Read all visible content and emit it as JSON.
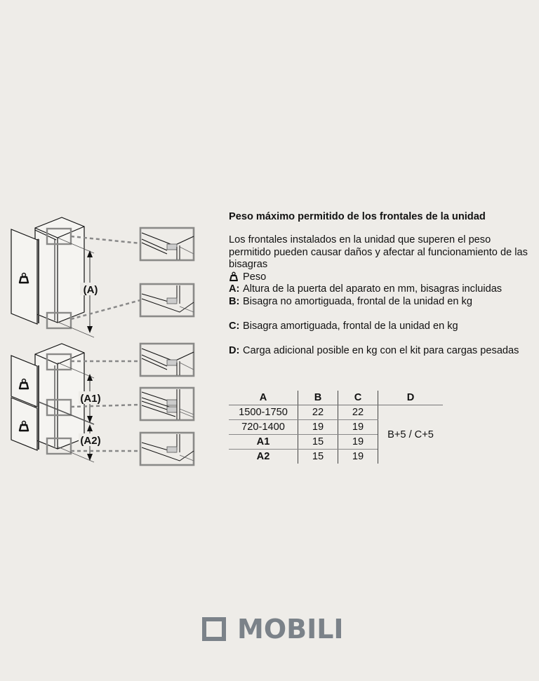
{
  "section": {
    "title": "Peso máximo permitido de los frontales de la unidad",
    "intro": "Los frontales instalados en la unidad que superen el peso permitido pueden causar daños y afectar al funcionamiento de las bisagras"
  },
  "legend": {
    "weight": {
      "icon": "weight-icon",
      "label": "Peso"
    },
    "items": [
      {
        "key": "A:",
        "text": "Altura de la puerta del aparato en mm, bisagras incluidas"
      },
      {
        "key": "B:",
        "text": "Bisagra no amortiguada, frontal de la unidad en kg"
      },
      {
        "key": "C:",
        "text": "Bisagra amortiguada, frontal de la unidad en kg"
      },
      {
        "key": "D:",
        "text": "Carga adicional posible en kg con el kit para cargas pesadas"
      }
    ]
  },
  "table": {
    "headers": [
      "A",
      "B",
      "C",
      "D"
    ],
    "rows": [
      {
        "a": "1500-1750",
        "b": "22",
        "c": "22"
      },
      {
        "a": "720-1400",
        "b": "19",
        "c": "19"
      },
      {
        "a": "A1",
        "b": "15",
        "c": "19"
      },
      {
        "a": "A2",
        "b": "15",
        "c": "19"
      }
    ],
    "d_value": "B+5 / C+5"
  },
  "diagram": {
    "label_a": "(A)",
    "label_a1": "(A1)",
    "label_a2": "(A2)"
  },
  "brand": {
    "name": "MOBILI",
    "color": "#7b8289"
  }
}
